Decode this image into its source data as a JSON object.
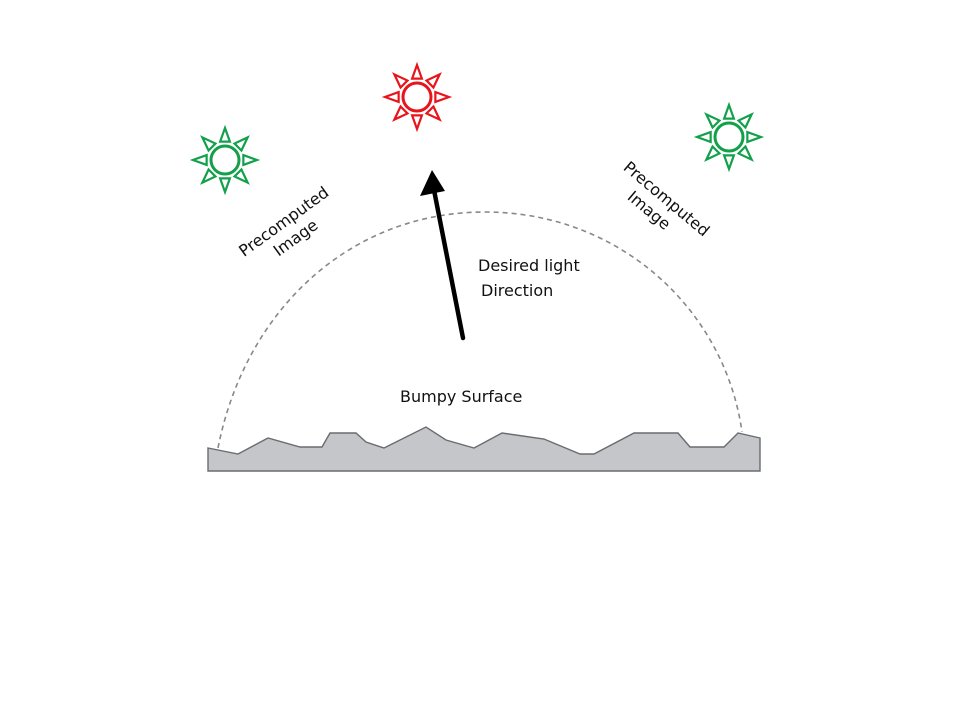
{
  "labels": {
    "precomputed_left_line1": "Precomputed",
    "precomputed_left_line2": "Image",
    "precomputed_right_line1": "Precomputed",
    "precomputed_right_line2": "Image",
    "desired_line1": "Desired light",
    "desired_line2": "Direction",
    "surface": "Bumpy Surface"
  },
  "colors": {
    "desired_sun": "#e8141c",
    "precomputed_sun": "#12a04a",
    "surface_fill": "#c4c6ca",
    "surface_stroke": "#6a6c70",
    "dome": "#888888",
    "arrow": "#000000"
  },
  "icons": {
    "left_sun": "sun-icon",
    "center_sun": "sun-icon",
    "right_sun": "sun-icon"
  }
}
